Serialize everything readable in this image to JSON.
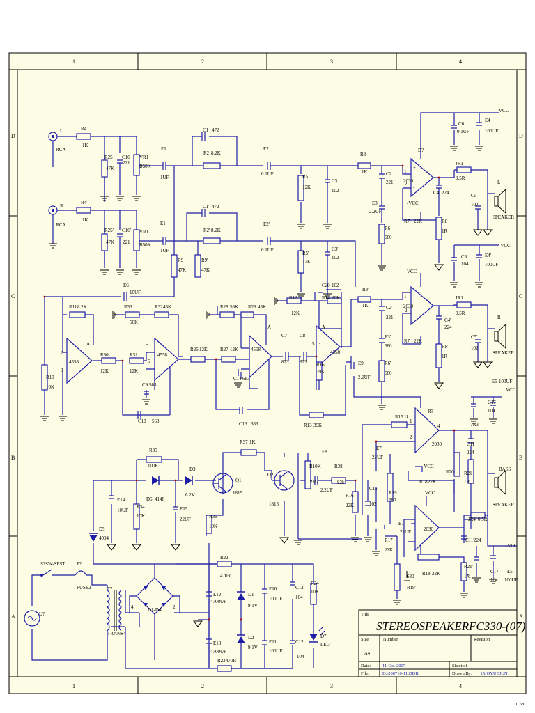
{
  "sheet": {
    "col_zones": [
      "1",
      "2",
      "3",
      "4"
    ],
    "row_zones": [
      "D",
      "C",
      "B",
      "A"
    ],
    "corner_note": "0.58"
  },
  "title_block": {
    "title_label": "Title",
    "title": "STEREOSPEAKERFC330-(07)",
    "size_label": "Size",
    "size": "A4",
    "number_label": "Number",
    "revision_label": "Revision",
    "date_label": "Date:",
    "date": "11-Oct-2007",
    "sheet_label": "Sheet    of",
    "file_label": "File:",
    "file": "D:\\200710-11.DDB",
    "drawn_label": "Drawn By:",
    "drawn": "LUOYUEJUN"
  },
  "labels": {
    "vcc": "VCC",
    "nvcc": "-VCC",
    "rca": "RCA",
    "l": "L",
    "r": "R",
    "speaker": "SPEAKER",
    "bass": "BASS",
    "d_star": "D?",
    "r_star": "R?",
    "a": "A",
    "pin1": "1",
    "pin2": "2",
    "pin3": "3",
    "pin4": "4",
    "pin5": "5",
    "plus": "+",
    "minus": "-"
  },
  "components": {
    "r4": "R4",
    "r4v": "1K",
    "r4p": "R4'",
    "r4pv": "1K",
    "r25": "R25",
    "r25v": "47K",
    "r25p": "R25'",
    "r25pv": "47K",
    "c16": "C16",
    "c16v": "221",
    "c16p": "C16'",
    "c16pv": "221",
    "vr1": "VR1",
    "vr1v": "B50K",
    "vr1p": "VR1",
    "vr1pv": "B50K",
    "e1": "E1",
    "e1v": "1UF",
    "e1p": "E1'",
    "e1pv": "1UF",
    "c1": "C1",
    "c1v": "472",
    "c1p": "C1'",
    "c1pv": "472",
    "r2": "R2",
    "r2v": "8.2K",
    "r2p": "R2'",
    "r2pv": "8.2K",
    "e2": "E2",
    "e2v": "0.1UF",
    "e2p": "E2'",
    "e2pv": "0.1UF",
    "r5": "R5",
    "r5v": "12K",
    "r5p": "R5'",
    "r5pv": "12K",
    "c3": "C3",
    "c3v": "102",
    "c3p": "C3'",
    "c3pv": "102",
    "r3": "R3",
    "r3v": "1K",
    "r3p": "R3'",
    "r3pv": "1K",
    "c2": "C2",
    "c2v": "221",
    "c2p": "C2'",
    "c2pv": "221",
    "e3": "E3",
    "e3v": "2.2UF",
    "e3p": "E3'",
    "e3pv": "680",
    "r6": "R6",
    "r6v": "680",
    "r6p": "R6'",
    "r6pv": "680",
    "r7": "R7",
    "r7v": "22K",
    "r7p": "R7'",
    "r7pv": "22K",
    "ic2030": "2030",
    "c6": "C6",
    "c6v": "0.1UF",
    "c6p": "C6'",
    "c6pv": "104",
    "e4": "E4",
    "e4v": "100UF",
    "e4p": "E4'",
    "e4pv": "100UF",
    "c4": "C4",
    "c4v": "224",
    "c4p": "C4'",
    "c4pv": "224",
    "jr1": "JR1",
    "jr1v": "0.5R",
    "c5": "C5",
    "c5v": "102",
    "c5p": "C5'",
    "c5pv": "102",
    "r8": "R8",
    "r8v": "1R",
    "r8p": "R8'",
    "r8pv": "1R",
    "r9": "R9",
    "r9v": "47K",
    "r9p": "R9'",
    "r9pv": "47K",
    "e6": "E6",
    "e6v": "10UF",
    "r11": "R11",
    "r11v": "8.2K",
    "r33": "R33",
    "r33v": "56K",
    "r32": "R32",
    "r32v": "43K",
    "ic4558": "4558",
    "r10": "R10",
    "r10v": "10K",
    "r30": "R30",
    "r30v": "12K",
    "r31": "R31",
    "r31v": "12K",
    "c9": "C9",
    "c9v": "563",
    "c10": "C10",
    "c10v": "563",
    "r26": "R26",
    "r26v": "12K",
    "r28": "R28",
    "r28v": "56K",
    "r29": "R29",
    "r29v": "43K",
    "r27": "R27",
    "r27v": "12K",
    "c14": "C14",
    "c14v": "683",
    "c13": "C13",
    "c13v": "683",
    "c7": "C7",
    "c7v": "823",
    "c8": "C8",
    "c8v": "823",
    "r12": "R12",
    "r12v": "12K",
    "c20": "C20",
    "c20v": "102",
    "r14": "R14",
    "r14v": "20K",
    "r16": "R16",
    "r16v": "39K",
    "r13": "R13",
    "r13v": "39K",
    "e9": "E9",
    "e9v": "2.2UF",
    "e5": "E5",
    "e5v": "100UF",
    "c17": "C17",
    "c17v": "104",
    "r15": "R15",
    "r15v": "1k",
    "jr3": "JR3",
    "c11": "C11",
    "c11v": "224",
    "e7": "E7",
    "e7v": "22UF",
    "r18": "R18",
    "r18v": "22K",
    "r19": "R19",
    "r19v": "680",
    "r20": "R20",
    "r21": "R21",
    "r21v": "1R",
    "e7p": "E7",
    "e7pv": "22UF",
    "r17": "R17",
    "r17v": "22K",
    "jr4": "JR4",
    "jr4v": "0.5R",
    "c11p": "C11'",
    "c11pv": "224",
    "r18p": "R18'",
    "r18pv": "22K",
    "r19p": "R19'",
    "r21p": "R21'",
    "r21pv": "1R",
    "c17p": "C17'",
    "c17pv": "104",
    "e5p": "E5",
    "e5pv": "100UF",
    "r35": "R35",
    "r35v": "100K",
    "d3": "D3",
    "d3v": "6.2V",
    "r37": "R37",
    "r37v": "1K",
    "q1": "Q1",
    "q1v": "1815",
    "q2": "Q2",
    "q2v": "1815",
    "vr2": "VR2",
    "vr2v": "B10K",
    "e8": "E8",
    "e8v": "2.2UF",
    "r38": "R38",
    "r38v": "82k",
    "r16b": "R16",
    "r16bv": "22K",
    "c15": "C15",
    "c15v": "102",
    "e14": "E14",
    "e14v": "10UF",
    "d6": "D6",
    "d6v": "4148",
    "r34": "R34",
    "r34v": "10K",
    "e15": "E15",
    "e15v": "22UF",
    "d5": "D5",
    "d5v": "4004",
    "r36": "R36",
    "r36v": "10K",
    "s": "S?SW-SPST",
    "f": "F?",
    "fv": "FUSE2",
    "t": "T?",
    "tv": "TRANS4",
    "u": "U?",
    "bridge": "D1-D4",
    "r22": "R22",
    "r22v": "470R",
    "e12": "E12",
    "e12v": "4700UF",
    "e13": "E13",
    "e13v": "4700UF",
    "d1": "D1",
    "d1v": "9.1V",
    "d2": "D2",
    "d2v": "9.1V",
    "e10": "E10",
    "e10v": "100UF",
    "e11": "E11",
    "e11v": "100UF",
    "c12": "C12",
    "c12v": "104",
    "c12p": "C12'",
    "c12pv": "104",
    "r24": "R24",
    "r24v": "10K",
    "d7": "D7",
    "d7v": "LED",
    "r23": "R23",
    "r23v": "470R"
  }
}
